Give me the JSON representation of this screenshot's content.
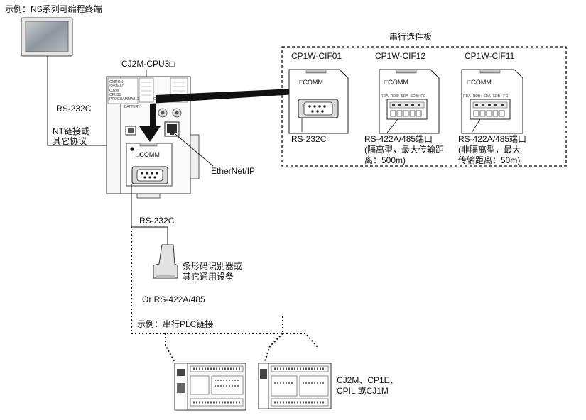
{
  "labels": {
    "ns_example": "示例：NS系列可编程终端",
    "cpu_model": "CJ2M-CPU3□",
    "serial_board_title": "串行选件板",
    "cif01": "CP1W-CIF01",
    "cif12": "CP1W-CIF12",
    "cif11": "CP1W-CIF11",
    "comm": "□COMM",
    "terminal_pins": "RDA- RDB+ SDA- SDB+ FG",
    "rs232c_cif01": "RS-232C",
    "cif12_desc_1": "RS-422A/485端口",
    "cif12_desc_2": "(隔离型，最大传输距",
    "cif12_desc_3": "离：500m)",
    "cif11_desc_1": "RS-422A/485端口",
    "cif11_desc_2": "(非隔离型，最大",
    "cif11_desc_3": "传输距离：50m)",
    "rs232c_left": "RS-232C",
    "nt_link_1": "NT链接或",
    "nt_link_2": "其它协议",
    "ethernet": "EtherNet/IP",
    "rs232c_bottom": "RS-232C",
    "barcode_1": "条形码识别器或",
    "barcode_2": "其它通用设备",
    "or_rs422": "Or RS-422A/485",
    "plc_link": "示例：串行PLC链接",
    "plc_models_1": "CJ2M、CP1E、",
    "plc_models_2": "CPIL 或CJ1M",
    "plc_brand": "OMRON",
    "plc_brand_sub": "SYSMAC",
    "plc_model_sub": "CJ2M",
    "plc_cpu_sub": "CPU35",
    "plc_controller": "PROGRAMMABLE CONTROLLER",
    "battery": "BATTERY"
  },
  "colors": {
    "line": "#111111",
    "module_fill": "#f4f4f4",
    "screen_fill": "#9aa0a6",
    "arrow": "#111111"
  },
  "icons": {
    "ns_terminal": "hmi-terminal-icon",
    "barcode": "barcode-reader-icon",
    "db9": "db9-connector-icon",
    "terminal_block": "terminal-block-icon",
    "ethernet_port": "ethernet-port-icon",
    "usb_port": "usb-port-icon"
  }
}
